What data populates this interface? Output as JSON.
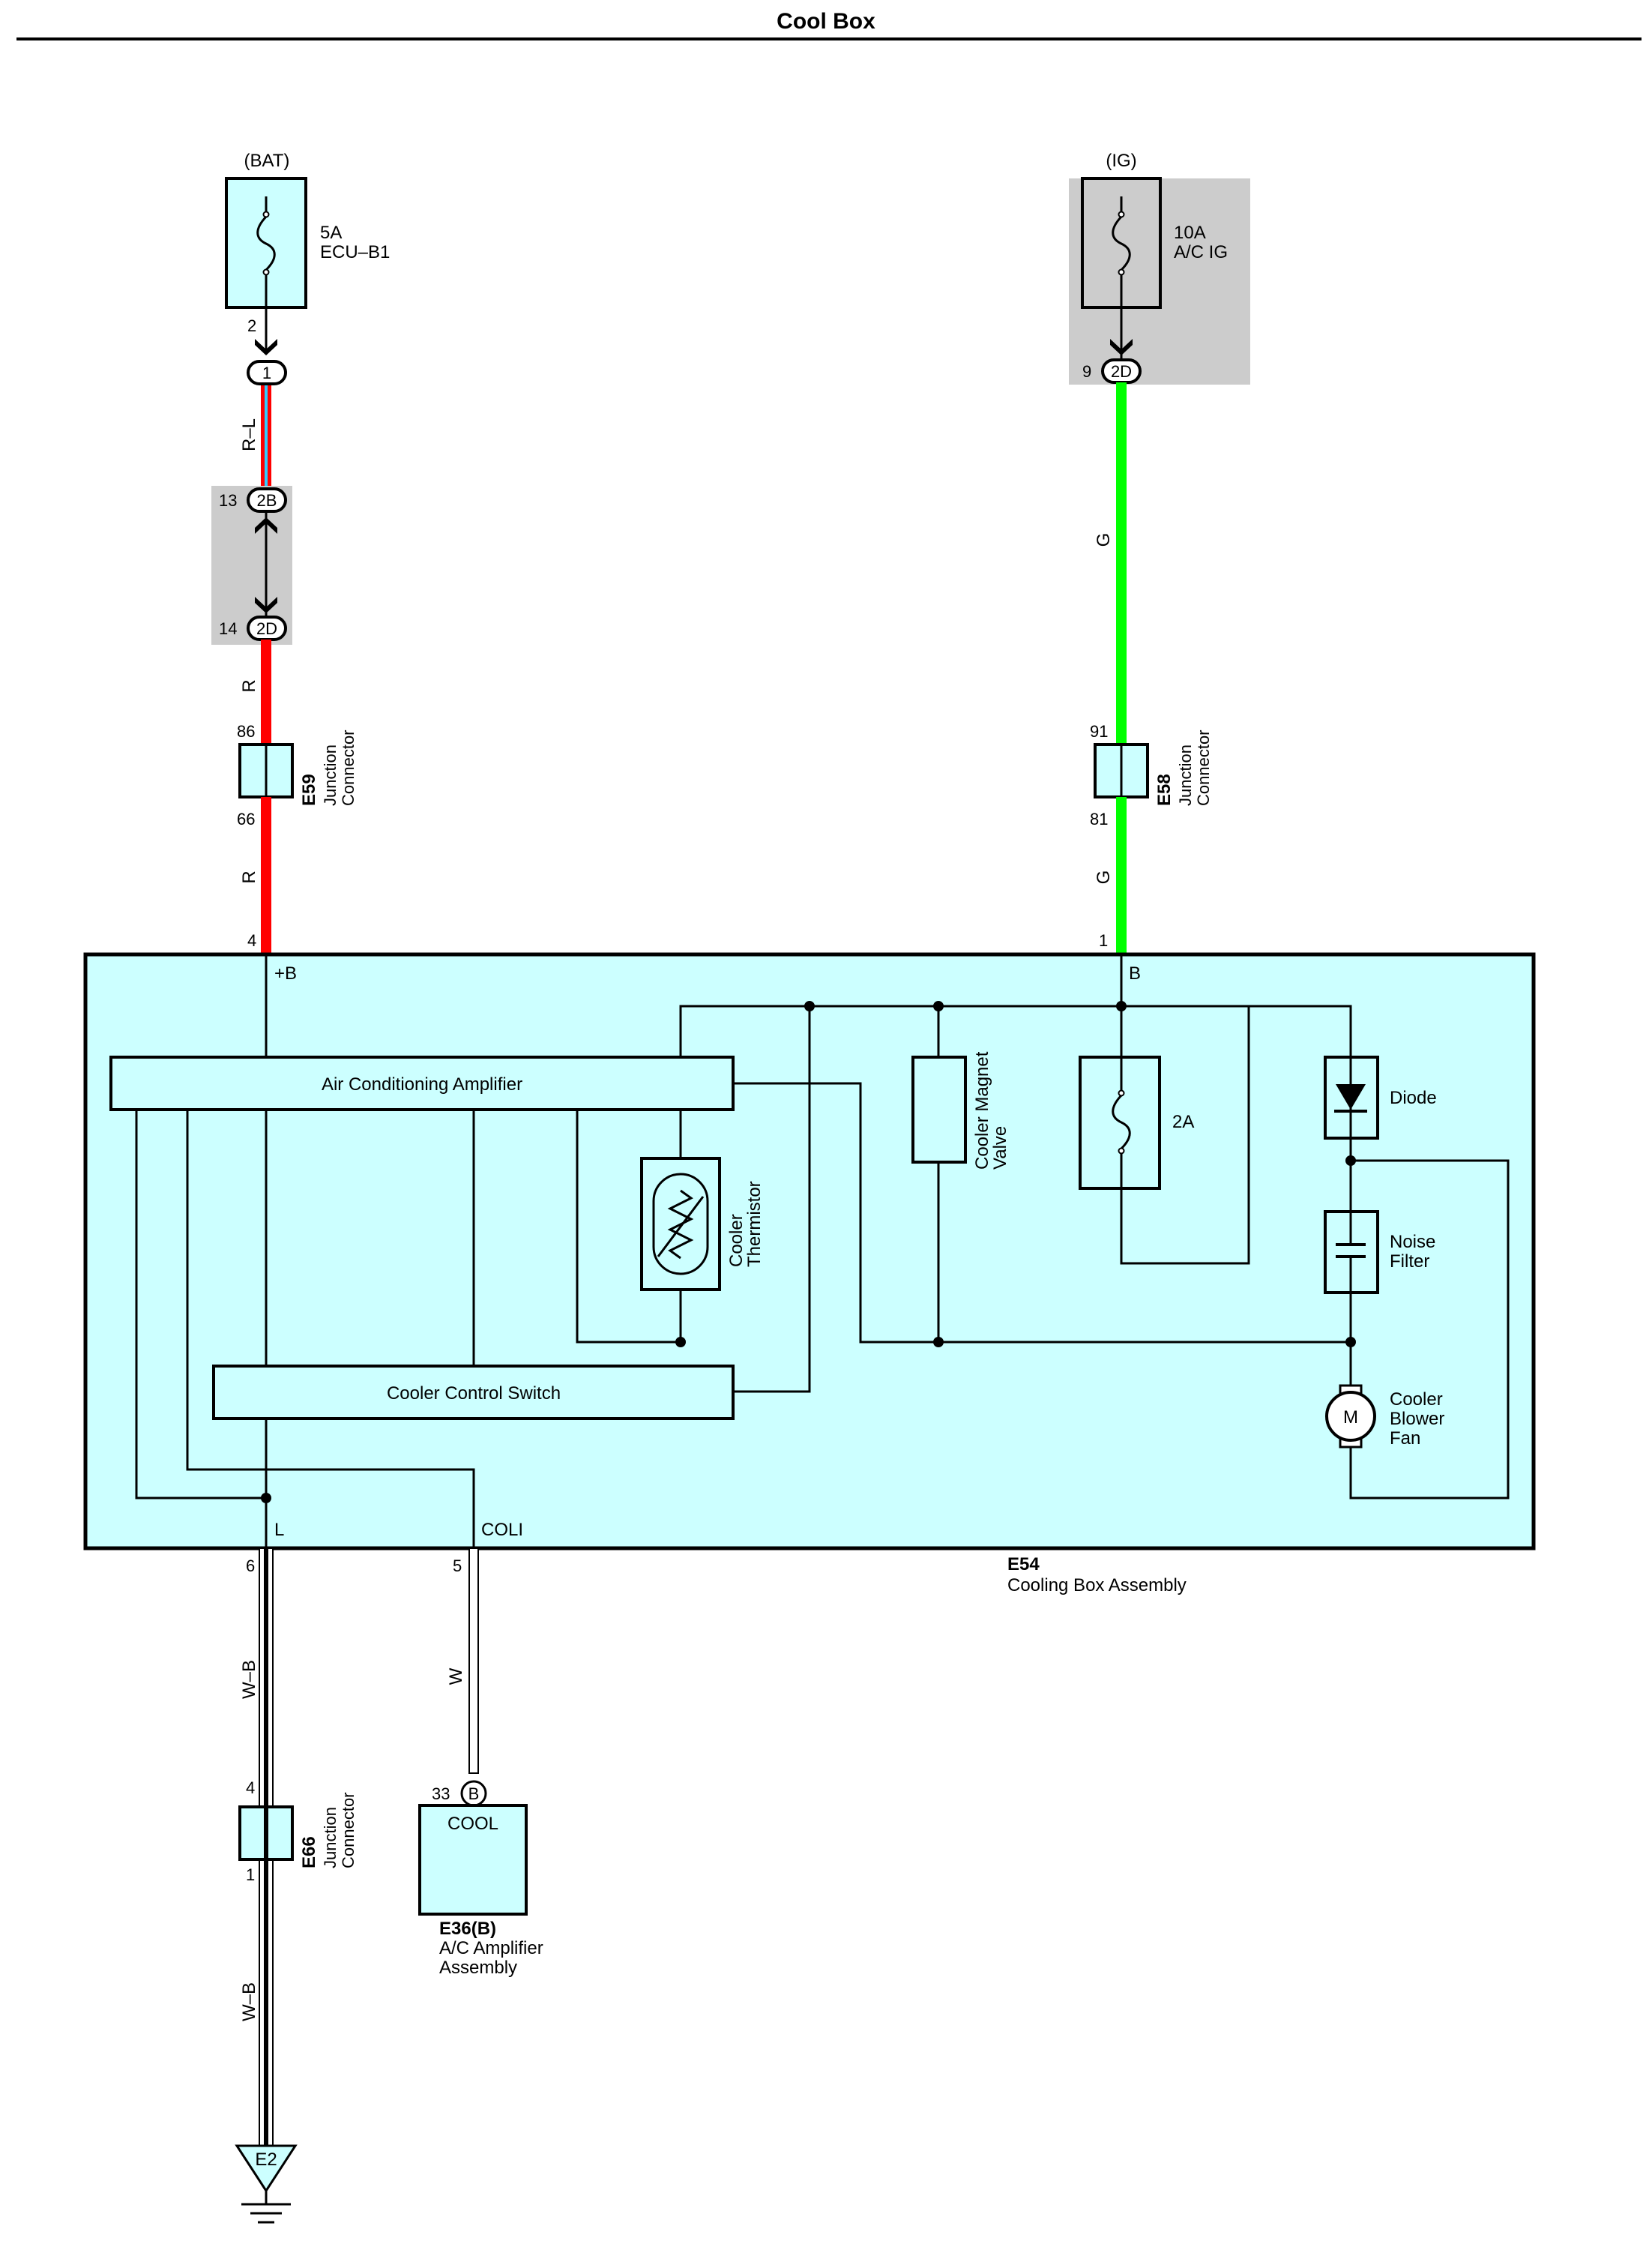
{
  "page_title": "Cool Box",
  "sources": {
    "bat_label": "(BAT)",
    "ig_label": "(IG)",
    "fuse_ecu_amp": "5A",
    "fuse_ecu_name": "ECU–B1",
    "fuse_acig_amp": "10A",
    "fuse_acig_name": "A/C IG"
  },
  "connectors": {
    "pin_2": "2",
    "jb_1": "1",
    "pin_13": "13",
    "jb_2b": "2B",
    "pin_14": "14",
    "jb_2d_left": "2D",
    "pin_9": "9",
    "jb_2d_right": "2D",
    "e59_pin_in": "86",
    "e59_pin_out": "66",
    "e59_id": "E59",
    "e59_name_1": "Junction",
    "e59_name_2": "Connector",
    "e58_pin_in": "91",
    "e58_pin_out": "81",
    "e58_id": "E58",
    "e58_name_1": "Junction",
    "e58_name_2": "Connector",
    "e66_pin_in": "4",
    "e66_pin_out": "1",
    "e66_id": "E66",
    "e66_name_1": "Junction",
    "e66_name_2": "Connector"
  },
  "wires": {
    "r_l": "R–L",
    "r_1": "R",
    "r_2": "R",
    "g_1": "G",
    "g_2": "G",
    "wb_1": "W–B",
    "wb_2": "W–B",
    "w": "W"
  },
  "cooling_box": {
    "id": "E54",
    "name": "Cooling Box Assembly",
    "pin_4": "4",
    "pin_1": "1",
    "pin_6": "6",
    "pin_5": "5",
    "term_b_plus": "+B",
    "term_b": "B",
    "term_l": "L",
    "term_coli": "COLI",
    "air_conditioning_amplifier": "Air Conditioning Amplifier",
    "cooler_control_switch": "Cooler Control Switch",
    "cooler_thermistor_1": "Cooler",
    "cooler_thermistor_2": "Thermistor",
    "cooler_magnet_valve_1": "Cooler Magnet",
    "cooler_magnet_valve_2": "Valve",
    "fuse_2a": "2A",
    "diode": "Diode",
    "noise_filter_1": "Noise",
    "noise_filter_2": "Filter",
    "motor_symbol": "M",
    "blower_fan_1": "Cooler",
    "blower_fan_2": "Blower",
    "blower_fan_3": "Fan"
  },
  "ac_amplifier": {
    "pin": "33",
    "connector": "B",
    "terminal": "COOL",
    "id": "E36(B)",
    "name_1": "A/C Amplifier",
    "name_2": "Assembly"
  },
  "ground": {
    "label": "E2"
  },
  "colors": {
    "red": "#ff0000",
    "green": "#00ff00",
    "blue": "#33ccff",
    "component_fill": "#ccffff",
    "shade": "#cccccc"
  }
}
